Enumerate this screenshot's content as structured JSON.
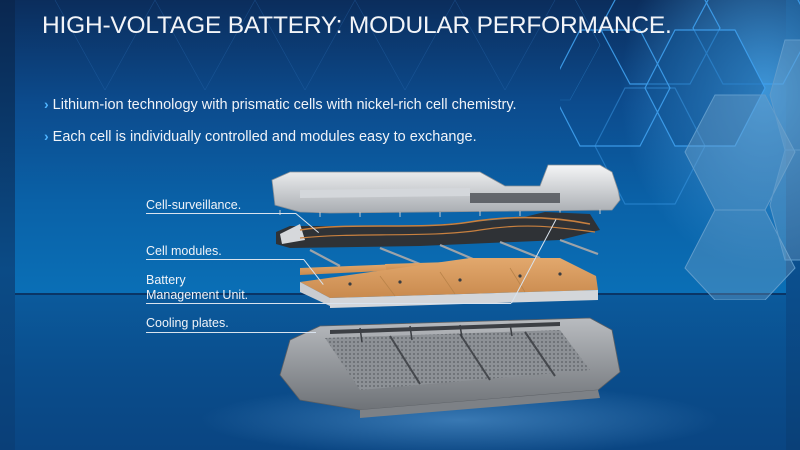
{
  "slide": {
    "title": "HIGH-VOLTAGE BATTERY: MODULAR PERFORMANCE.",
    "bullets": [
      {
        "icon": "chevron-right-icon",
        "text": "Lithium-ion technology with prismatic cells with nickel-rich cell chemistry."
      },
      {
        "icon": "chevron-right-icon",
        "text": "Each cell is individually controlled and modules easy to exchange."
      }
    ],
    "bullet_glyph": "›",
    "callouts": [
      {
        "label": "Cell-surveillance."
      },
      {
        "label_line1": "Cell modules."
      },
      {
        "label_line1": "Battery",
        "label_line2": "Management Unit."
      },
      {
        "label": "Cooling plates."
      }
    ],
    "image": {
      "name": "exploded-battery-pack",
      "layers": [
        "housing-cover",
        "cell-surveillance-harness",
        "cell-modules",
        "cooling-plates",
        "battery-tray"
      ]
    }
  },
  "colors": {
    "background_dark": "#0a2a55",
    "background_mid": "#0b5fa3",
    "accent_chevron": "#4fb4ff",
    "hex_outline": "#3fa0ee",
    "text": "#f0f3f8",
    "module_orange": "#d99a5c"
  }
}
